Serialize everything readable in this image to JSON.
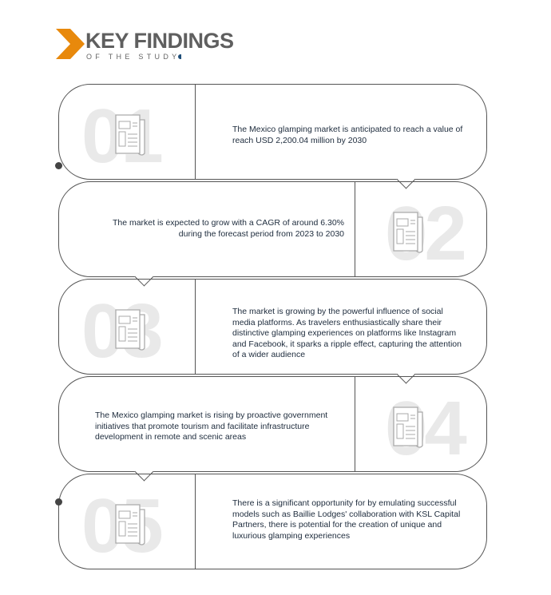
{
  "header": {
    "title": "KEY FINDINGS",
    "subtitle": "OF THE STUDY",
    "accent": "#e8890c"
  },
  "findings": [
    {
      "number": "01",
      "text": "The Mexico glamping market is anticipated to reach a value of reach USD 2,200.04 million by 2030"
    },
    {
      "number": "02",
      "text": "The market is expected to grow with a CAGR of around 6.30% during the forecast period from 2023 to 2030"
    },
    {
      "number": "03",
      "text": "The market is growing by the powerful influence of social media platforms. As travelers enthusiastically share their distinctive glamping experiences on platforms like Instagram and Facebook, it sparks a ripple effect, capturing the attention of a wider audience"
    },
    {
      "number": "04",
      "text": "The Mexico glamping market is rising by proactive government initiatives that promote tourism and facilitate infrastructure development in remote and scenic areas"
    },
    {
      "number": "05",
      "text": "There is a significant opportunity for by emulating successful models such as Baillie Lodges' collaboration with KSL Capital Partners, there is potential for the creation of unique and luxurious glamping experiences"
    }
  ]
}
